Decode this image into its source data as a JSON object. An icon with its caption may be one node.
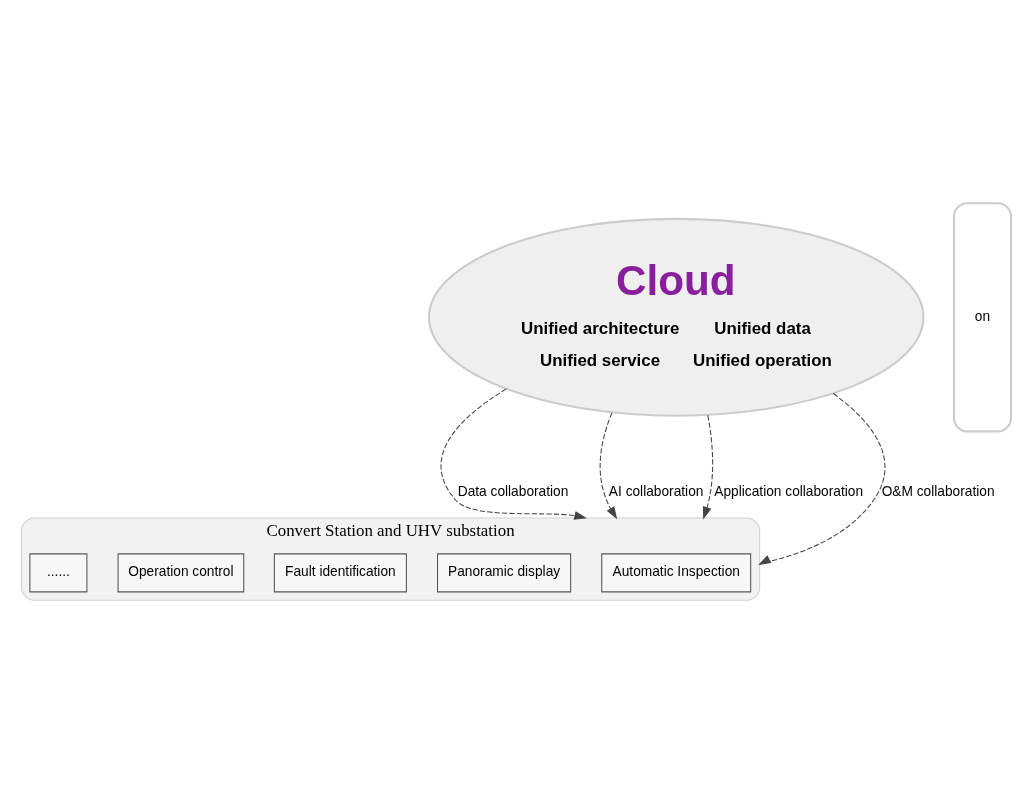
{
  "diagram": {
    "nodes": [
      {
        "text": [
          "Cloud",
          "Unified architecture",
          "Unified data",
          "Unified service",
          "Unified operation"
        ]
      },
      {
        "text": [
          "Convert Station and UHV substation"
        ]
      },
      {
        "text": [
          "Automatic Inspection"
        ],
        "in": 1
      },
      {
        "text": [
          "Panoramic display"
        ],
        "in": 1
      },
      {
        "text": [
          "Fault identification"
        ],
        "in": 1
      },
      {
        "text": [
          "Operation control"
        ],
        "in": 1
      },
      {
        "text": [
          "......"
        ],
        "in": 1
      },
      {
        "text": [
          "on"
        ]
      }
    ],
    "edges": [
      {
        "from": 0,
        "to": 1,
        "arrow": "to",
        "label": "Data collaboration",
        "style": "dashed"
      },
      {
        "from": 0,
        "to": 1,
        "arrow": "to",
        "label": "AI collaboration",
        "style": "dashed"
      },
      {
        "from": 0,
        "to": 1,
        "arrow": "to",
        "label": "Application collaboration",
        "style": "dashed"
      },
      {
        "from": 0,
        "to": 1,
        "arrow": "to",
        "label": "O&M collaboration",
        "style": "dashed"
      }
    ]
  }
}
